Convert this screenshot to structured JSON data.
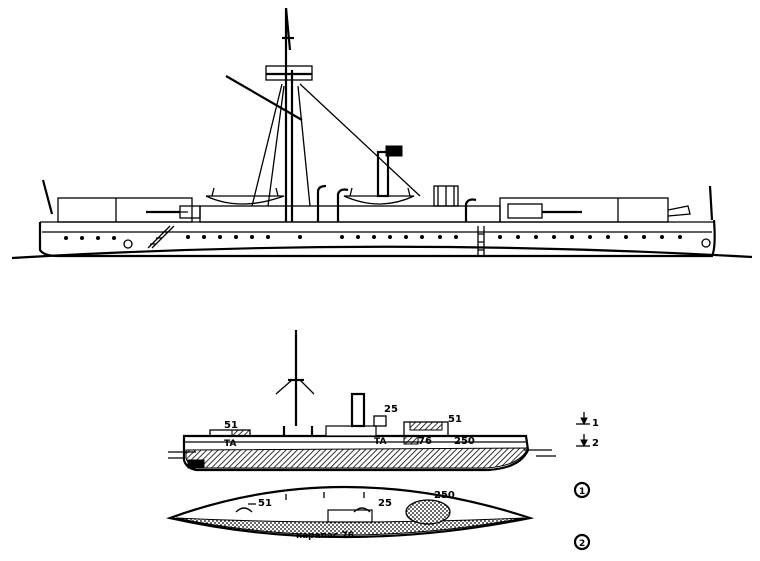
{
  "labels": {
    "profile_51_fwd": "51",
    "profile_ta_fwd": "TA",
    "profile_ta_aft": "TA",
    "profile_25": "25",
    "profile_51_aft": "51",
    "profile_76": "76",
    "profile_250": "250",
    "plan_51": "51",
    "plan_25": "25",
    "plan_250": "250",
    "plan_carapace": "карапас 76",
    "legend_1": "1",
    "legend_2": "2",
    "circle_1": "1",
    "circle_2": "2"
  },
  "colors": {
    "ink": "#000000",
    "paper": "#ffffff"
  }
}
